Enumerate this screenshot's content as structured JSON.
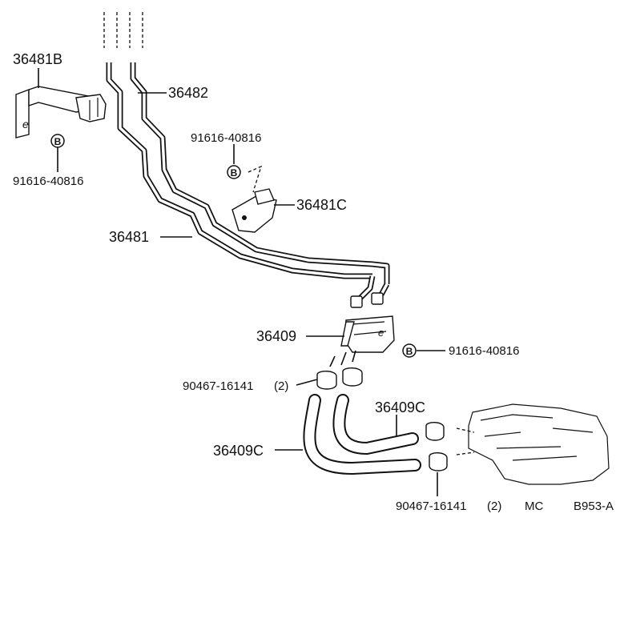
{
  "callouts": {
    "bracket_36481B": "36481B",
    "pipe_36482": "36482",
    "bolt_1": "91616-40816",
    "bolt_2": "91616-40816",
    "bolt_3": "91616-40816",
    "bolt_marker": "B",
    "bracket_36481C": "36481C",
    "pipe_36481": "36481",
    "bracket_36409": "36409",
    "clamp_1": "90467-16141",
    "clamp_1_qty": "(2)",
    "clamp_2": "90467-16141",
    "clamp_2_qty": "(2)",
    "hose_1": "36409C",
    "hose_2": "36409C"
  },
  "footer": {
    "code_left": "MC",
    "code_right": "B953-A"
  }
}
